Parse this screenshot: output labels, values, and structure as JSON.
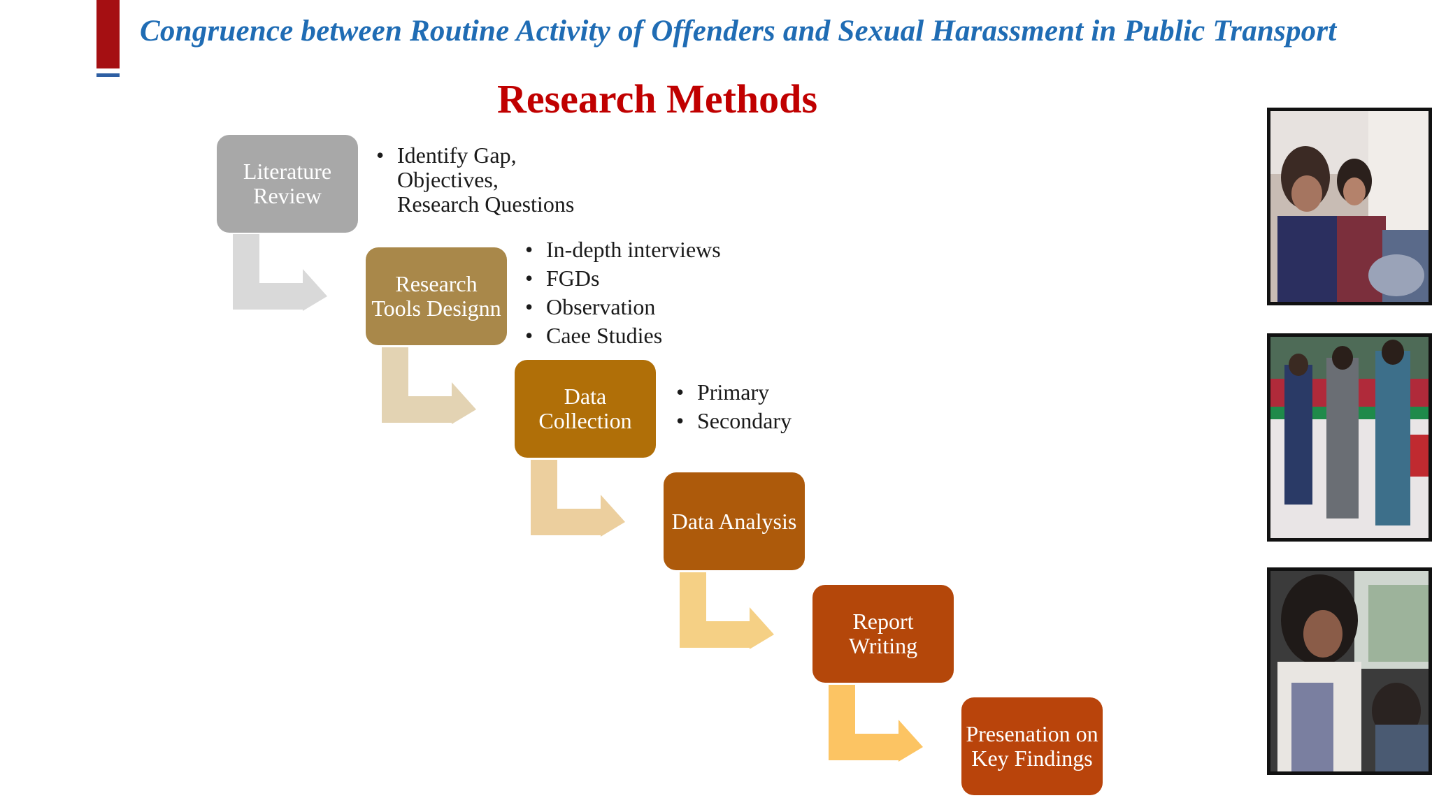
{
  "header": {
    "title": "Congruence between Routine Activity of Offenders and Sexual Harassment in Public Transport"
  },
  "slide_title": "Research Methods",
  "colors": {
    "accent_bar": "#a50f12",
    "accent_line": "#2e5fa3",
    "header_text": "#1f6cb4",
    "title_text": "#c00000"
  },
  "steps": [
    {
      "label": "Literature Review",
      "color": "#a8a8a8",
      "arrow_color": "#d9d9d9"
    },
    {
      "label": "Research Tools Designn",
      "color": "#a9884a",
      "arrow_color": "#e3d3b3"
    },
    {
      "label": "Data Collection",
      "color": "#b06f08",
      "arrow_color": "#eccf9e"
    },
    {
      "label": "Data Analysis",
      "color": "#ad5a0b",
      "arrow_color": "#f5d085"
    },
    {
      "label": "Report Writing",
      "color": "#b4470a",
      "arrow_color": "#fcc463"
    },
    {
      "label": "Presenation on Key Findings",
      "color": "#b9440b"
    }
  ],
  "notes": {
    "literature": [
      "Identify Gap,\nObjectives,\nResearch Questions"
    ],
    "tools": [
      "In-depth interviews",
      "FGDs",
      "Observation",
      "Caee Studies"
    ],
    "collection": [
      "Primary",
      "Secondary"
    ]
  },
  "photos": [
    {
      "name": "bus-crowd-photo"
    },
    {
      "name": "bus-stop-photo"
    },
    {
      "name": "passenger-photo"
    }
  ]
}
